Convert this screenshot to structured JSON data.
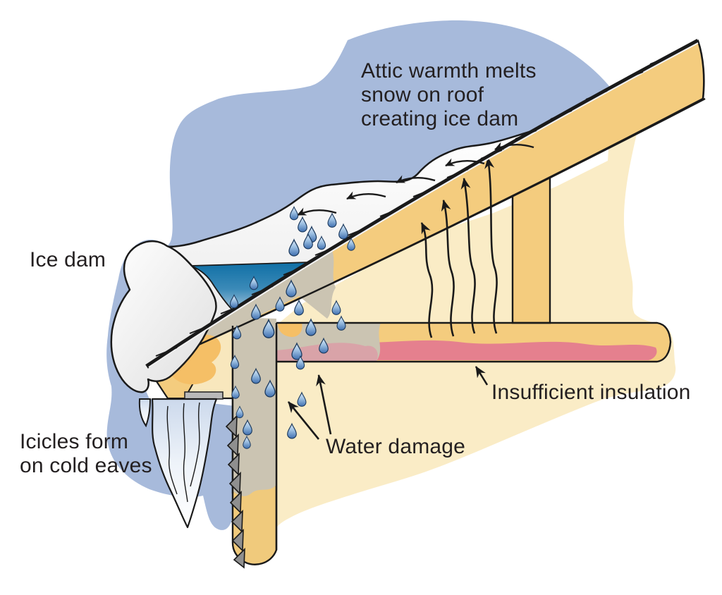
{
  "labels": {
    "attic": [
      "Attic warmth melts",
      "snow on roof",
      "creating ice dam"
    ],
    "ice_dam": "Ice dam",
    "icicles": [
      "Icicles form",
      "on cold eaves"
    ],
    "water_damage": "Water damage",
    "insufficient_insulation": "Insufficient insulation"
  },
  "colors": {
    "cold_air_blue": "#a7badb",
    "warm_attic_cream": "#faecc6",
    "wood_tan": "#f4cc7e",
    "insulation_pink": "#e5808e",
    "water_dark_blue": "#0f6fa5",
    "water_stain_gray": "#cbc4b2",
    "water_stain_orange": "#f5bf66",
    "snow_white": "#ffffff",
    "outline_black": "#1a1a1a",
    "text_color": "#231f20"
  }
}
